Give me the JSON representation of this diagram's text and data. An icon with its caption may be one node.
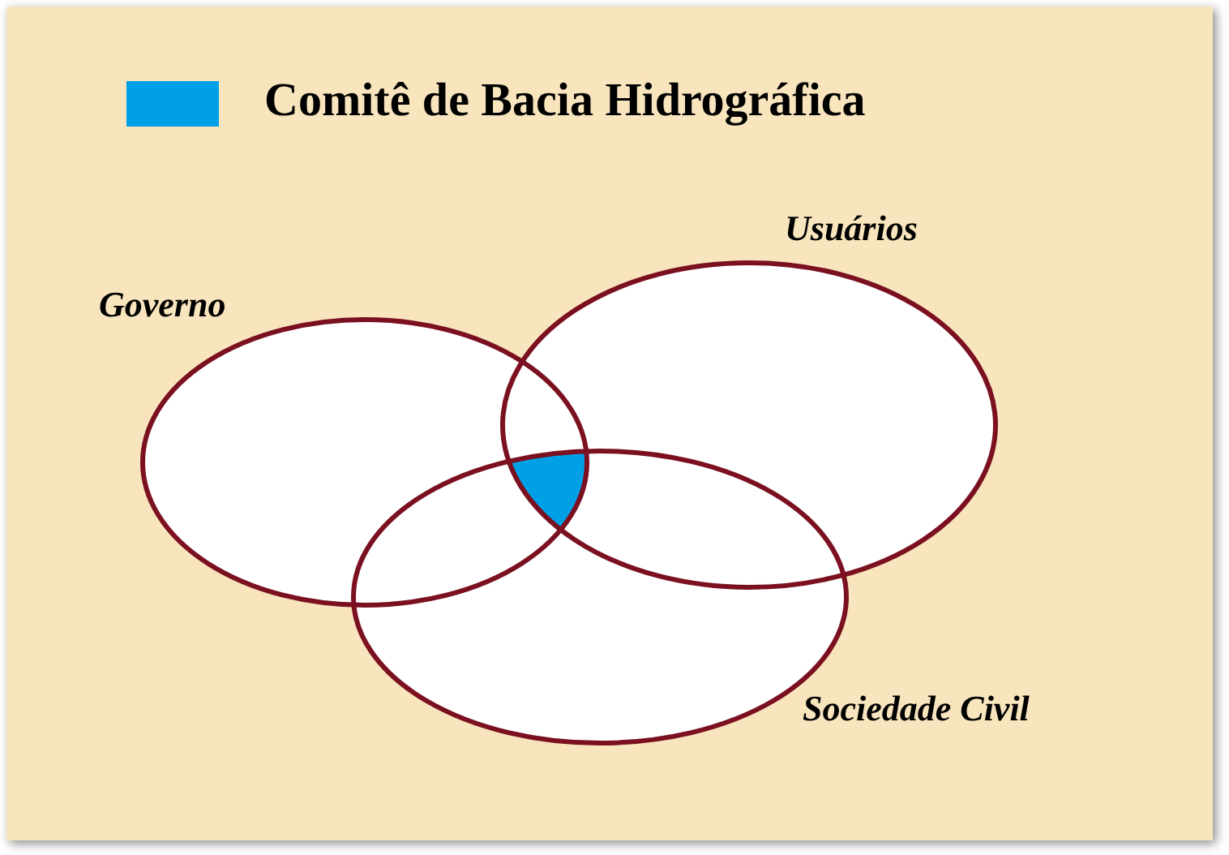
{
  "diagram": {
    "nodes": [
      {
        "text": [
          "Governo"
        ]
      },
      {
        "text": [
          "Usuários"
        ]
      },
      {
        "text": [
          "Sociedade Civil"
        ]
      }
    ],
    "legend": [
      {
        "text": "Comitê de Bacia Hidrográfica",
        "color": "#00a0e6"
      }
    ]
  }
}
